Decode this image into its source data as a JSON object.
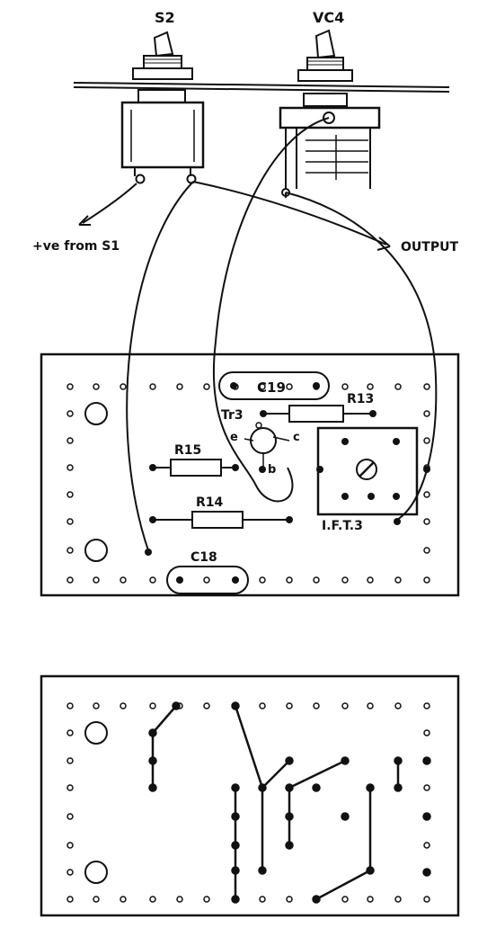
{
  "labels": {
    "s2": "S2",
    "vc4": "VC4",
    "plus_from_s1": "+ve from S1",
    "output": "OUTPUT",
    "c19": "C19",
    "tr3": "Tr3",
    "r13": "R13",
    "e": "e",
    "c": "c",
    "r15": "R15",
    "b": "b",
    "r14": "R14",
    "ift3": "I.F.T.3",
    "c18": "C18"
  },
  "colors": {
    "ink": "#111111",
    "paper": "#ffffff"
  }
}
